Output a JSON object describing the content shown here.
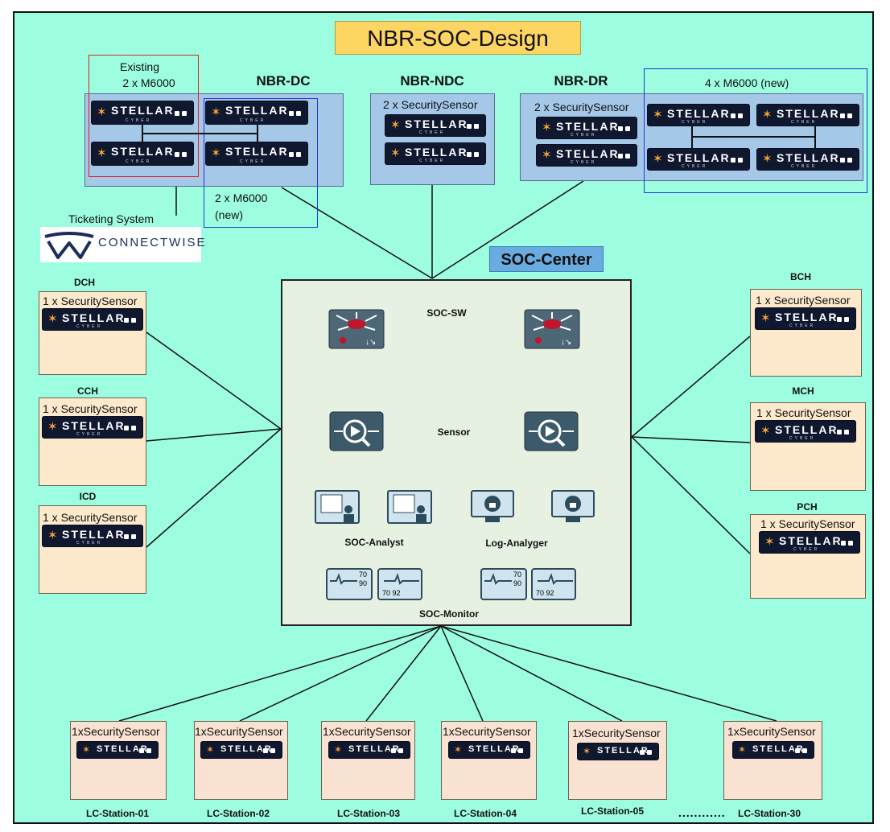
{
  "title": "NBR-SOC-Design",
  "sites": {
    "dc": {
      "label": "NBR-DC",
      "existing": "Existing\n2 x M6000",
      "existing_line1": "Existing",
      "existing_line2": "2 x M6000",
      "new_line1": "2 x M6000",
      "new_line2": "(new)"
    },
    "ndc": {
      "label": "NBR-NDC",
      "text": "2 x SecuritySensor"
    },
    "dr": {
      "label": "NBR-DR",
      "text": "2 x SecuritySensor",
      "new_text": "4 x M6000 (new)"
    }
  },
  "ticketing": {
    "label": "Ticketing System",
    "logo_text": "CONNECTWISE"
  },
  "soc_center": {
    "label": "SOC-Center",
    "switch_label": "SOC-SW",
    "sensor_label": "Sensor",
    "analyst_label": "SOC-Analyst",
    "log_label": "Log-Analyger",
    "monitor_label": "SOC-Monitor",
    "monitor_values": {
      "a": "70",
      "b": "90",
      "c": "70 92"
    }
  },
  "left_sites": [
    {
      "name": "DCH",
      "text": "1 x SecuritySensor"
    },
    {
      "name": "CCH",
      "text": "1 x SecuritySensor"
    },
    {
      "name": "ICD",
      "text": "1 x SecuritySensor"
    }
  ],
  "right_sites": [
    {
      "name": "BCH",
      "text": "1 x SecuritySensor"
    },
    {
      "name": "MCH",
      "text": "1 x SecuritySensor"
    },
    {
      "name": "PCH",
      "text": "1 x SecuritySensor"
    }
  ],
  "stations": [
    {
      "name": "LC-Station-01",
      "text": "1xSecuritySensor"
    },
    {
      "name": "LC-Station-02",
      "text": "1xSecuritySensor"
    },
    {
      "name": "LC-Station-03",
      "text": "1xSecuritySensor"
    },
    {
      "name": "LC-Station-04",
      "text": "1xSecuritySensor"
    },
    {
      "name": "LC-Station-05",
      "text": "1xSecuritySensor"
    },
    {
      "name": "LC-Station-30",
      "text": "1xSecuritySensor"
    }
  ],
  "ellipsis": "............",
  "device": {
    "brand": "STELLAR",
    "sub": "CYBER"
  },
  "colors": {
    "background": "#9dfde0",
    "title_bg": "#fcd563",
    "site_box": "#a5c7e8",
    "branch_box": "#fde9cc",
    "soc_center": "#e6f1e1",
    "soc_label": "#6aace0"
  }
}
